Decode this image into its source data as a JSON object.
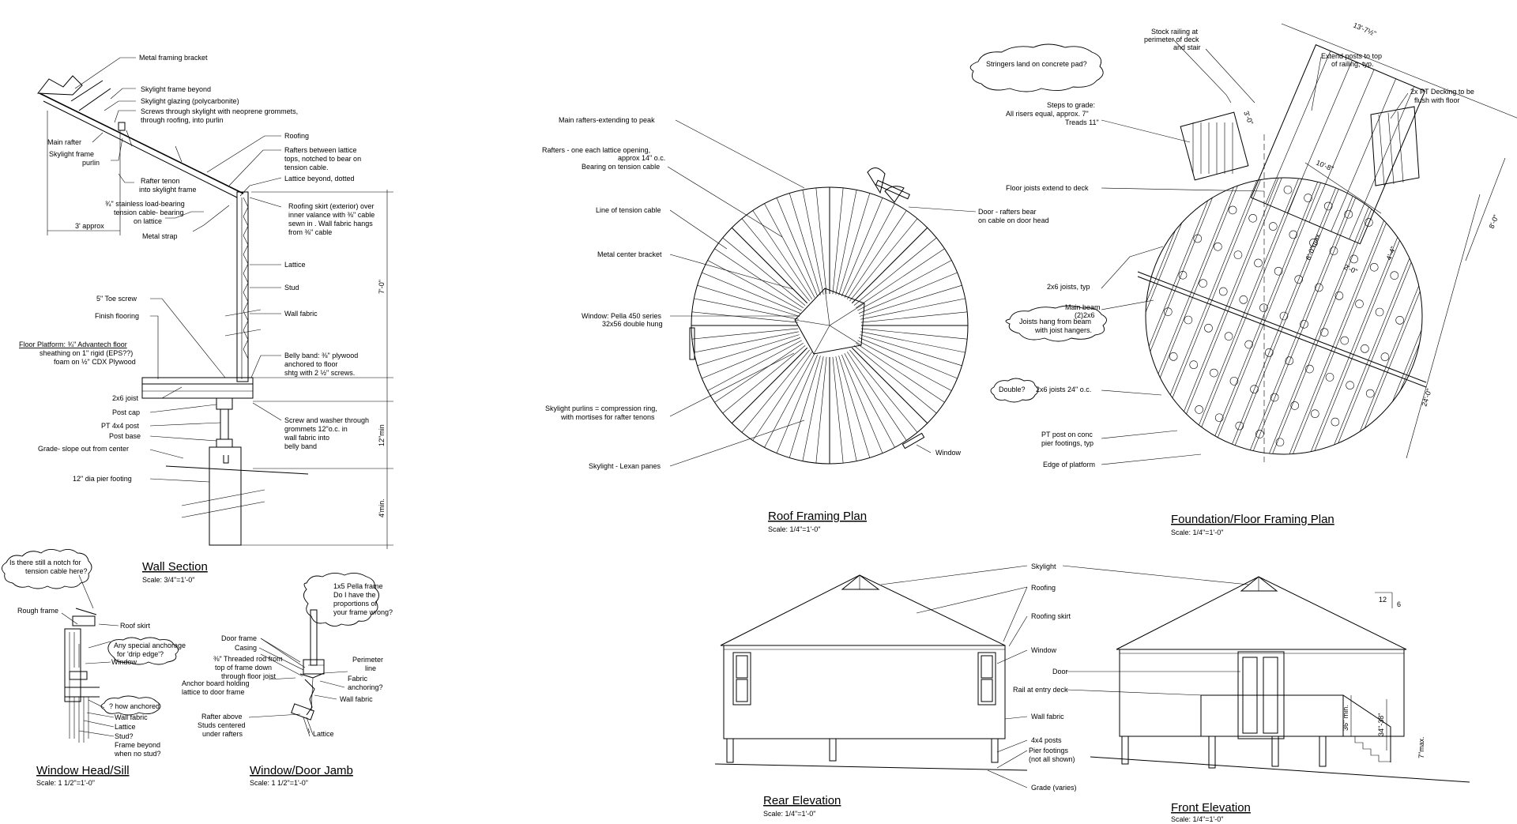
{
  "wall_section": {
    "title": "Wall Section",
    "scale": "Scale: 3/4\"=1'-0\"",
    "dim_approx": "3' approx",
    "dim_height": "7'-0\"",
    "dim_12min": "12\"min",
    "dim_4min": "4'min.",
    "notes": {
      "bracket": "Metal framing bracket",
      "sky_frame": "Skylight frame beyond",
      "sky_glazing": "Skylight glazing (polycarbonite)",
      "screws_1": "Screws through skylight with neoprene grommets,",
      "screws_2": "through roofing, into purlin",
      "main_rafter": "Main rafter",
      "sky_purlin_1": "Skylight frame",
      "sky_purlin_2": "purlin",
      "roofing": "Roofing",
      "rafters_1": "Rafters between lattice",
      "rafters_2": "tops, notched to bear on",
      "rafters_3": "tension cable.",
      "lattice_dotted": "Lattice beyond, dotted",
      "tenon_1": "Rafter tenon",
      "tenon_2": "into skylight frame",
      "stainless_1": "¾\" stainless load-bearing",
      "stainless_2": "tension cable- bearing",
      "stainless_3": "on lattice",
      "skirt_1": "Roofing skirt (exterior) over",
      "skirt_2": "inner valance with ⅜\" cable",
      "skirt_3": "sewn in . Wall fabric hangs",
      "skirt_4": "from ⅜\" cable",
      "metal_strap": "Metal strap",
      "lattice": "Lattice",
      "stud": "Stud",
      "wall_fabric": "Wall fabric",
      "toe_screw": "5\" Toe screw",
      "finish_floor": "Finish flooring",
      "platform_1": "Floor Platform: ¾\" Advantech floor",
      "platform_2": "sheathing on 1\" rigid (EPS??)",
      "platform_3": "foam on ½\" CDX Plywood",
      "belly_1": "Belly band: ⅜\" plywood",
      "belly_2": "anchored to floor",
      "belly_3": "shtg with 2 ½\" screws.",
      "joist": "2x6 joist",
      "post_cap": "Post cap",
      "pt_post": "PT 4x4 post",
      "post_base": "Post base",
      "grade": "Grade- slope out from center",
      "pier": "12\" dia pier footing",
      "washer_1": "Screw and washer through",
      "washer_2": "grommets 12\"o.c. in",
      "washer_3": "wall fabric into",
      "washer_4": "belly band"
    }
  },
  "window_head": {
    "title": "Window Head/Sill",
    "scale": "Scale: 1 1/2\"=1'-0\"",
    "cloud_1": "Is there still a notch for",
    "cloud_2": "tension cable here?",
    "rough_frame": "Rough frame",
    "roof_skirt": "Roof skirt",
    "anchor_1": "Any special anchorage",
    "anchor_2": "for 'drip edge'?",
    "window": "Window",
    "how_anchored": "? how anchored",
    "wall_fabric": "Wall fabric",
    "lattice": "Lattice",
    "stud_q": "Stud?",
    "frame_1": "Frame beyond",
    "frame_2": "when no stud?"
  },
  "window_jamb": {
    "title": "Window/Door Jamb",
    "scale": "Scale: 1 1/2\"=1'-0\"",
    "cloud_1": "1x5 Pella frame",
    "cloud_2": "Do I have the",
    "cloud_3": "proportions of",
    "cloud_4": "your frame wrong?",
    "door_frame": "Door frame",
    "casing": "Casing",
    "rod_1": "⅜\" Threaded rod from",
    "rod_2": "top of frame down",
    "rod_3": "through floor joist",
    "board_1": "Anchor board holding",
    "board_2": "lattice to door frame",
    "perimeter_1": "Perimeter",
    "perimeter_2": "line",
    "fabric_anchor_1": "Fabric",
    "fabric_anchor_2": "anchoring?",
    "wall_fabric": "Wall fabric",
    "rafter_1": "Rafter above",
    "rafter_2": "Studs centered",
    "rafter_3": "under rafters",
    "lattice": "Lattice"
  },
  "roof_plan": {
    "title": "Roof Framing Plan",
    "scale": "Scale: 1/4\"=1'-0\"",
    "notes": {
      "main_rafters": "Main rafters-extending to peak",
      "rafters_1": "Rafters - one each lattice opening,",
      "rafters_2": "approx 14\" o.c.",
      "rafters_3": "Bearing on tension cable",
      "tension": "Line of tension cable",
      "bracket": "Metal center bracket",
      "window_1": "Window: Pella 450 series",
      "window_2": "32x56 double hung",
      "purlins_1": "Skylight purlins = compression ring,",
      "purlins_2": "with mortises for rafter tenons",
      "lexan": "Skylight - Lexan panes",
      "door_1": "Door - rafters bear",
      "door_2": "on cable on door head",
      "window_label": "Window"
    }
  },
  "foundation_plan": {
    "title": "Foundation/Floor Framing Plan",
    "scale": "Scale: 1/4\"=1'-0\"",
    "dims": {
      "d13": "13'-7½\"",
      "d8": "8'-0\"",
      "d24": "24'-0\"",
      "d3": "3'-0\"",
      "d10": "10'-8\"",
      "d6": "6'-0\"max.",
      "d2": "2'-0\"",
      "d44": "4'-4\""
    },
    "notes": {
      "stringers": "Stringers land on concrete pad?",
      "railing_1": "Stock railing at",
      "railing_2": "perimeter of deck",
      "railing_3": "and stair",
      "posts_1": "Extend posts to top",
      "posts_2": "of railing, typ.",
      "decking_1": "2x PT Decking to be",
      "decking_2": "flush with floor",
      "steps_1": "Steps to grade:",
      "steps_2": "All risers equal, approx. 7\"",
      "steps_3": "Treads 11\"",
      "floor_joists": "Floor joists extend to deck",
      "joists_typ": "2x6 joists, typ",
      "beam_1": "Main beam",
      "beam_2": "(2)2x6",
      "hang_1": "Joists hang from beam",
      "hang_2": "with joist hangers.",
      "double": "Double?",
      "joists24": "2x6 joists 24\" o.c.",
      "ptpost_1": "PT post on conc",
      "ptpost_2": "pier footings, typ",
      "edge": "Edge of platform"
    }
  },
  "rear_elevation": {
    "title": "Rear Elevation",
    "scale": "Scale: 1/4\"=1'-0\""
  },
  "front_elevation": {
    "title": "Front Elevation",
    "scale": "Scale: 1/4\"=1'-0\"",
    "pitch_12": "12",
    "pitch_6": "6",
    "dim_36": "36\" min.",
    "dim_34": "34\"-38\"",
    "dim_7": "7\"max."
  },
  "elevation_notes": {
    "skylight": "Skylight",
    "roofing": "Roofing",
    "roofing_skirt": "Roofing skirt",
    "window": "Window",
    "door": "Door",
    "rail": "Rail at entry deck",
    "wall_fabric": "Wall fabric",
    "posts": "4x4 posts",
    "pier_1": "Pier footings",
    "pier_2": "(not all shown)",
    "grade": "Grade (varies)"
  }
}
